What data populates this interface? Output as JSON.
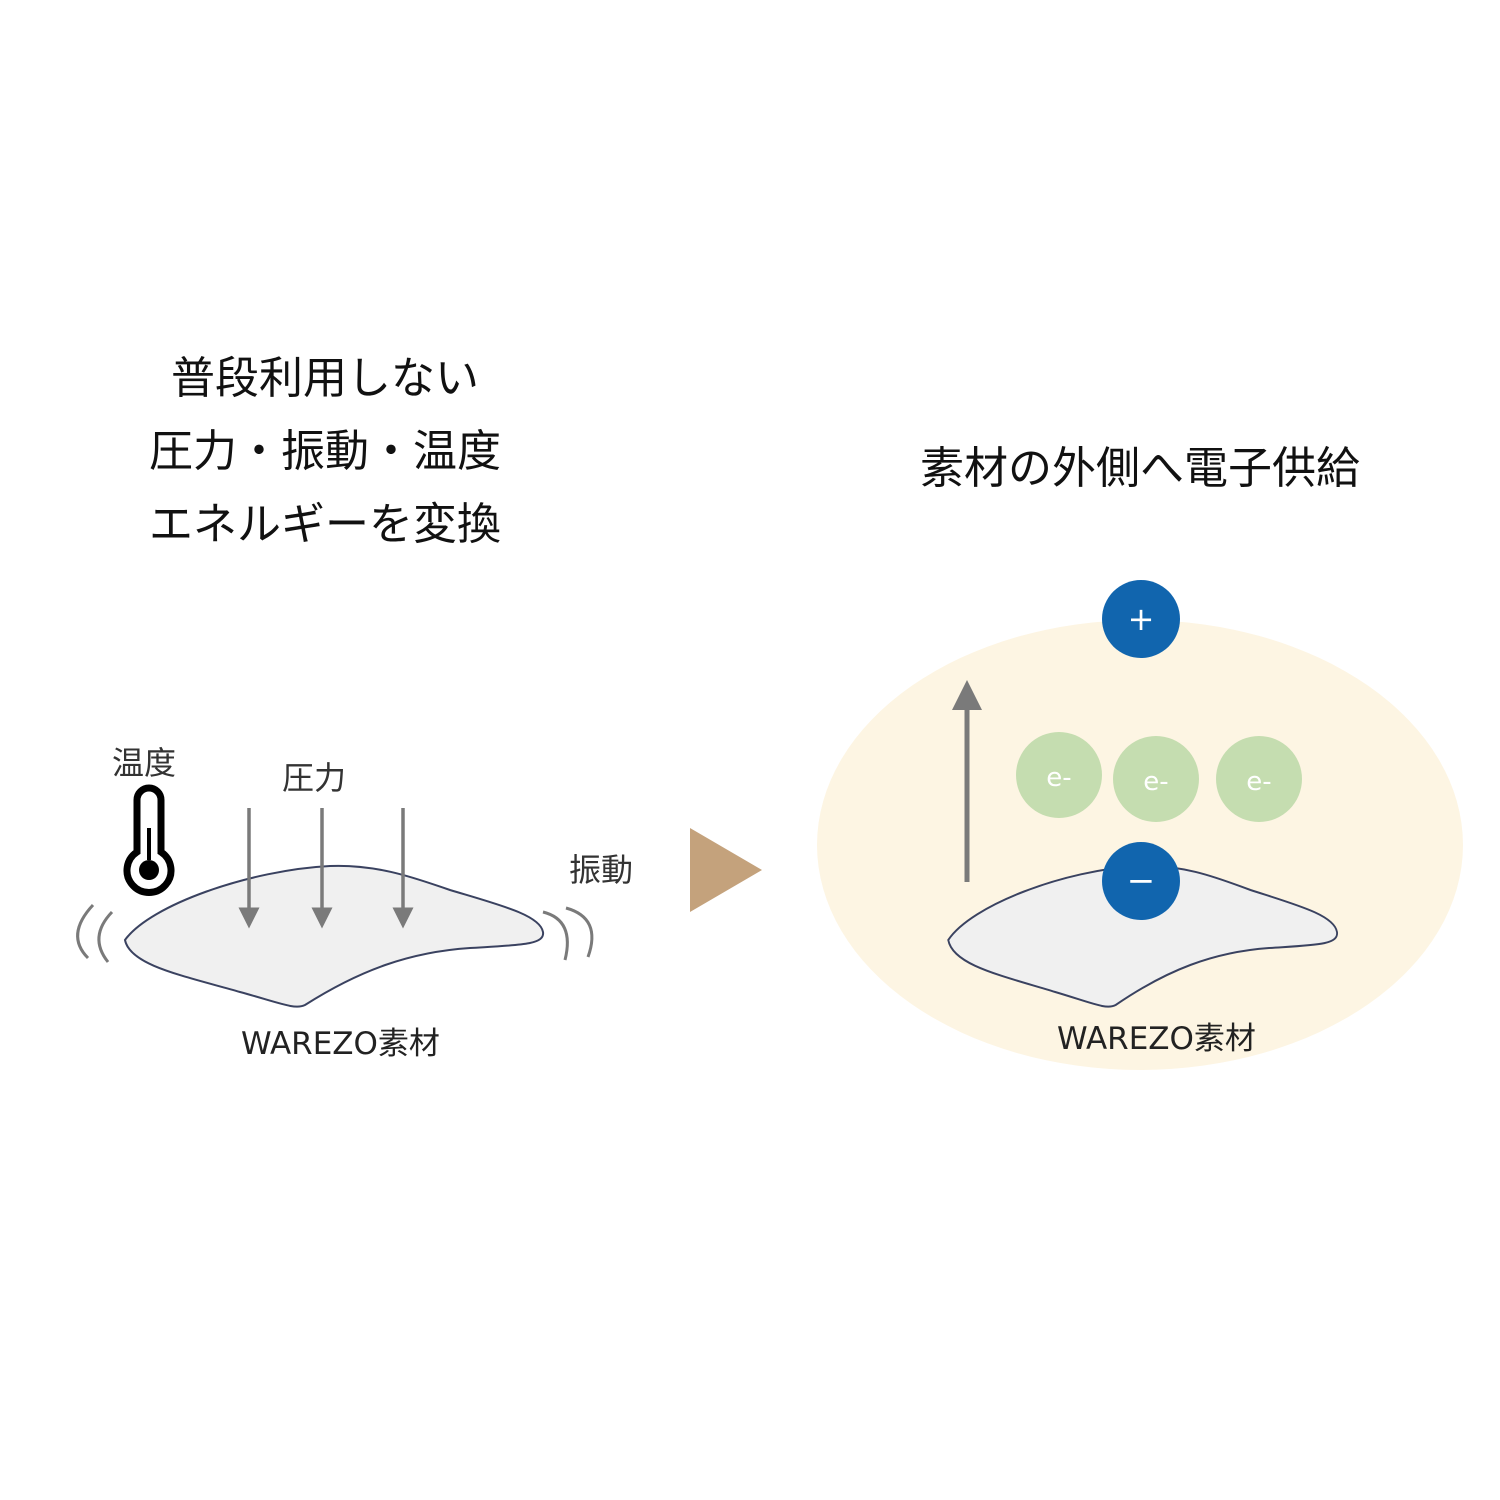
{
  "left_panel": {
    "heading_lines": [
      "普段利用しない",
      "圧力・振動・温度",
      "エネルギーを変換"
    ],
    "label_temperature": "温度",
    "label_pressure": "圧力",
    "label_vibration": "振動",
    "material_label": "WAREZO素材"
  },
  "right_panel": {
    "heading": "素材の外側へ電子供給",
    "positive_symbol": "+",
    "negative_symbol": "−",
    "electrons": [
      "e-",
      "e-",
      "e-"
    ],
    "material_label": "WAREZO素材"
  },
  "colors": {
    "charge_blue": "#1165ae",
    "electron_green": "#c5ddb0",
    "halo": "#fdf5e3",
    "arrow_tan": "#c4a27c",
    "material_fill": "#f0f0f0",
    "material_stroke": "#3a4260",
    "arrow_gray": "#7a7a7a"
  }
}
